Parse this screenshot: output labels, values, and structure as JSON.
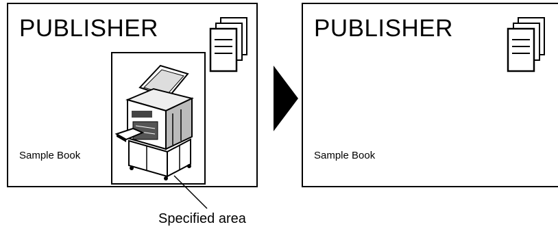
{
  "before": {
    "publisher": "PUBLISHER",
    "book_title": "Sample Book",
    "icon": "document-stack-icon",
    "image": "copier-machine-illustration"
  },
  "after": {
    "publisher": "PUBLISHER",
    "book_title": "Sample Book",
    "icon": "document-stack-icon"
  },
  "arrow": "right-arrow",
  "callout": {
    "label": "Specified area"
  }
}
